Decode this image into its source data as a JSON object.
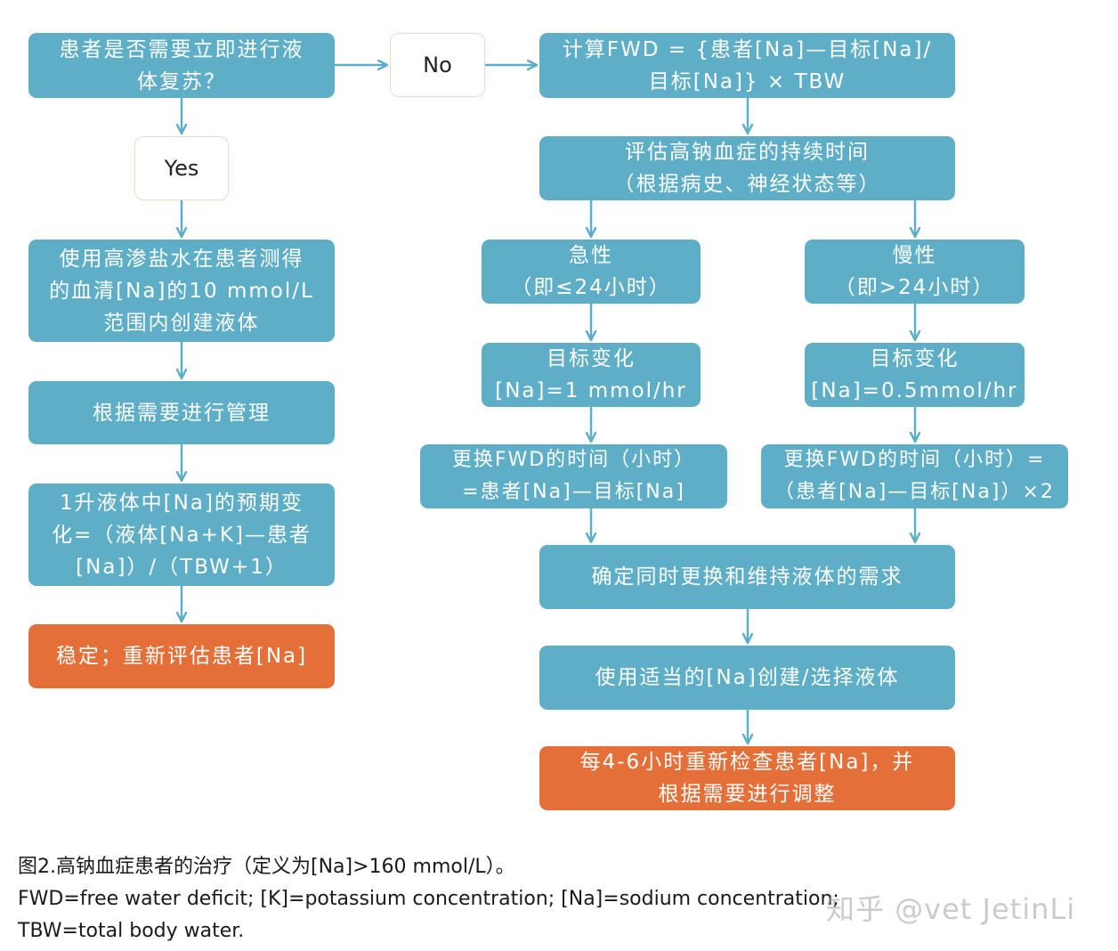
{
  "nodes": {
    "need_resuscitation": "患者是否需要立即进行液\n体复苏？",
    "no_label": "No",
    "yes_label": "Yes",
    "calc_fwd": "计算FWD = {患者[Na]—目标[Na]/\n目标[Na]} × TBW",
    "hypertonic_saline": "使用高渗盐水在患者测得\n的血清[Na]的10 mmol/L\n范围内创建液体",
    "manage_as_needed": "根据需要进行管理",
    "expected_change": "1升液体中[Na]的预期变\n化=（液体[Na+K]—患者\n[Na]）/（TBW+1）",
    "stable_reassess": "稳定；重新评估患者[Na]",
    "assess_duration": "评估高钠血症的持续时间\n（根据病史、神经状态等）",
    "acute": "急性\n（即≤24小时）",
    "chronic": "慢性\n（即>24小时）",
    "target_acute": "目标变化\n[Na]=1 mmol/hr",
    "target_chronic": "目标变化\n[Na]=0.5mmol/hr",
    "replace_acute": "更换FWD的时间（小时）\n=患者[Na]—目标[Na]",
    "replace_chronic": "更换FWD的时间（小时）=\n（患者[Na]—目标[Na]）×2",
    "determine_fluid_needs": "确定同时更换和维持液体的需求",
    "create_select_fluid": "使用适当的[Na]创建/选择液体",
    "recheck": "每4-6小时重新检查患者[Na]，并\n根据需要进行调整"
  },
  "caption": {
    "line1": "图2.高钠血症患者的治疗（定义为[Na]>160 mmol/L）。",
    "line2": "FWD=free water deficit; [K]=potassium concentration; [Na]=sodium concentration;",
    "line3": "TBW=total body water."
  },
  "watermark": "知乎 @vet JetinLi",
  "colors": {
    "box_blue": "#5eaec8",
    "box_orange": "#e56f38",
    "arrow": "#5eaec8",
    "label_border": "#f2d7c8"
  }
}
